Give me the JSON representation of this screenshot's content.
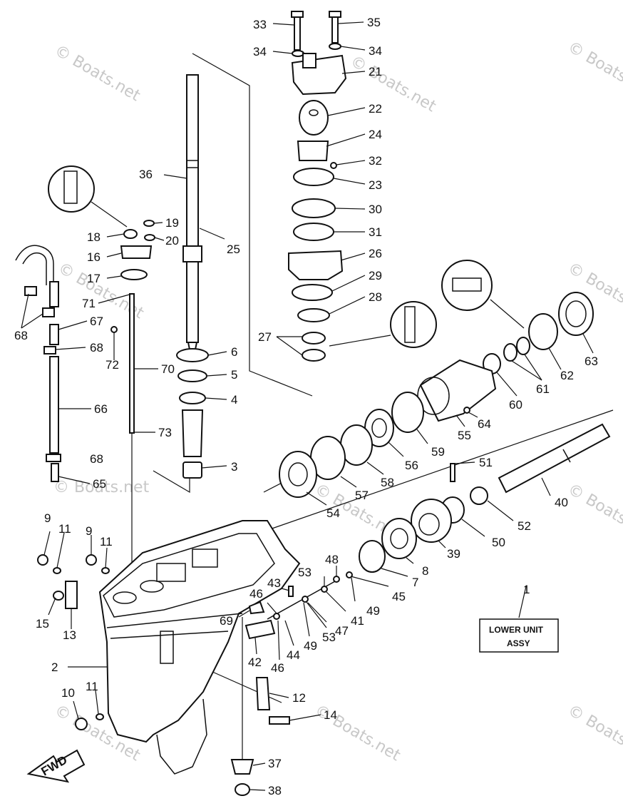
{
  "watermark": "© Boats.net",
  "fwd_label": "FWD",
  "assy_box": {
    "line1": "LOWER UNIT",
    "line2": "ASSY"
  },
  "callouts": {
    "c33": "33",
    "c35": "35",
    "c34a": "34",
    "c34b": "34",
    "c21": "21",
    "c22": "22",
    "c24": "24",
    "c32": "32",
    "c23": "23",
    "c30": "30",
    "c31": "31",
    "c26": "26",
    "c29": "29",
    "c28": "28",
    "c27": "27",
    "c36": "36",
    "c19": "19",
    "c18": "18",
    "c20": "20",
    "c25": "25",
    "c16": "16",
    "c17": "17",
    "c71": "71",
    "c67": "67",
    "c68a": "68",
    "c68b": "68",
    "c68c": "68",
    "c72": "72",
    "c70": "70",
    "c66": "66",
    "c6": "6",
    "c5": "5",
    "c4": "4",
    "c73": "73",
    "c3": "3",
    "c65": "65",
    "c63": "63",
    "c62": "62",
    "c61": "61",
    "c60": "60",
    "c64": "64",
    "c55": "55",
    "c59": "59",
    "c56": "56",
    "c58": "58",
    "c57": "57",
    "c54": "54",
    "c51": "51",
    "c40": "40",
    "c52": "52",
    "c50": "50",
    "c39": "39",
    "c8": "8",
    "c7": "7",
    "c45": "45",
    "c48": "48",
    "c49a": "49",
    "c53a": "53",
    "c41": "41",
    "c47": "47",
    "c43": "43",
    "c46a": "46",
    "c69": "69",
    "c42": "42",
    "c44": "44",
    "c49b": "49",
    "c53b": "53",
    "c46b": "46",
    "c1": "1",
    "c9a": "9",
    "c11a": "11",
    "c9b": "9",
    "c11b": "11",
    "c15": "15",
    "c13": "13",
    "c2": "2",
    "c10": "10",
    "c11c": "11",
    "c12": "12",
    "c14": "14",
    "c37": "37",
    "c38": "38"
  }
}
